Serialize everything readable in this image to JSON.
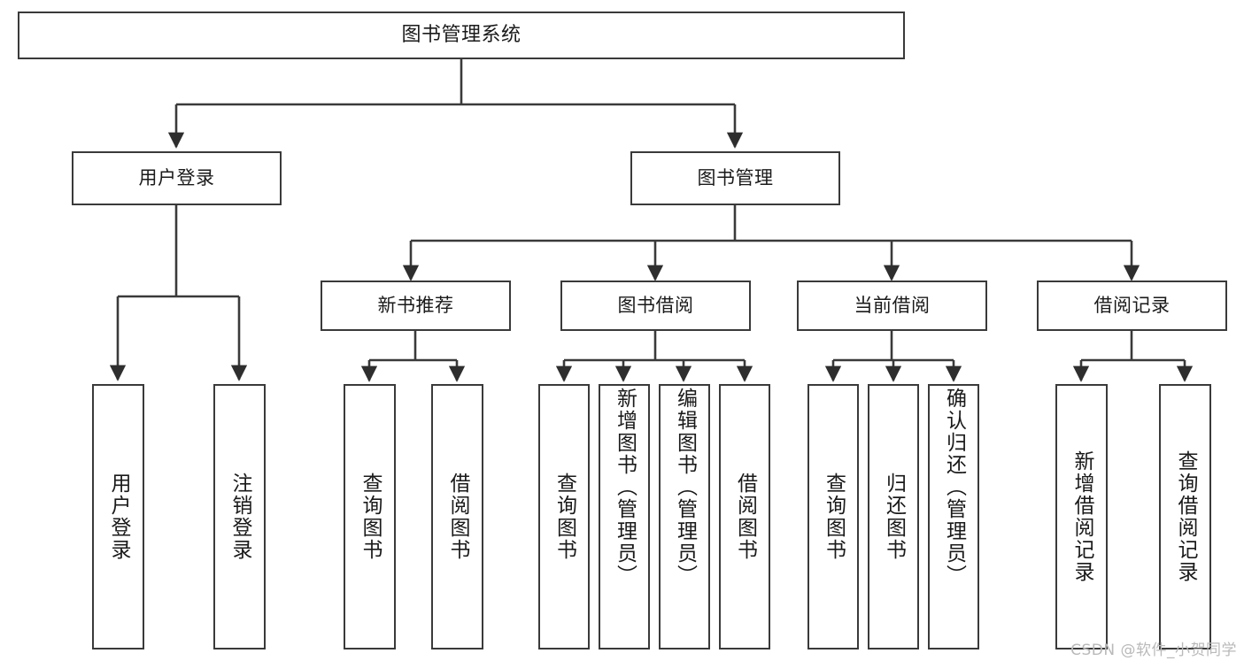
{
  "diagram": {
    "title": "图书管理系统",
    "type": "tree-hierarchy-chart",
    "background_color": "#ffffff",
    "line_color": "#3a3a3a",
    "text_color": "#1a1a1a"
  },
  "root": {
    "label": "图书管理系统"
  },
  "level2": [
    {
      "label": "用户登录"
    },
    {
      "label": "图书管理"
    }
  ],
  "level3": [
    {
      "label": "新书推荐"
    },
    {
      "label": "图书借阅"
    },
    {
      "label": "当前借阅"
    },
    {
      "label": "借阅记录"
    }
  ],
  "leaves": {
    "user_login": [
      {
        "label": "用户登录"
      },
      {
        "label": "注销登录"
      }
    ],
    "new_book_recommend": [
      {
        "label": "查询图书"
      },
      {
        "label": "借阅图书"
      }
    ],
    "book_borrow": [
      {
        "label": "查询图书"
      },
      {
        "label": "新增图书（管理员）"
      },
      {
        "label": "编辑图书（管理员）"
      },
      {
        "label": "借阅图书"
      }
    ],
    "current_borrow": [
      {
        "label": "查询图书"
      },
      {
        "label": "归还图书"
      },
      {
        "label": "确认归还（管理员）"
      }
    ],
    "borrow_records": [
      {
        "label": "新增借阅记录"
      },
      {
        "label": "查询借阅记录"
      }
    ]
  },
  "watermark": {
    "text": "CSDN @软件_小贺同学",
    "color": "#b9b9b9"
  }
}
